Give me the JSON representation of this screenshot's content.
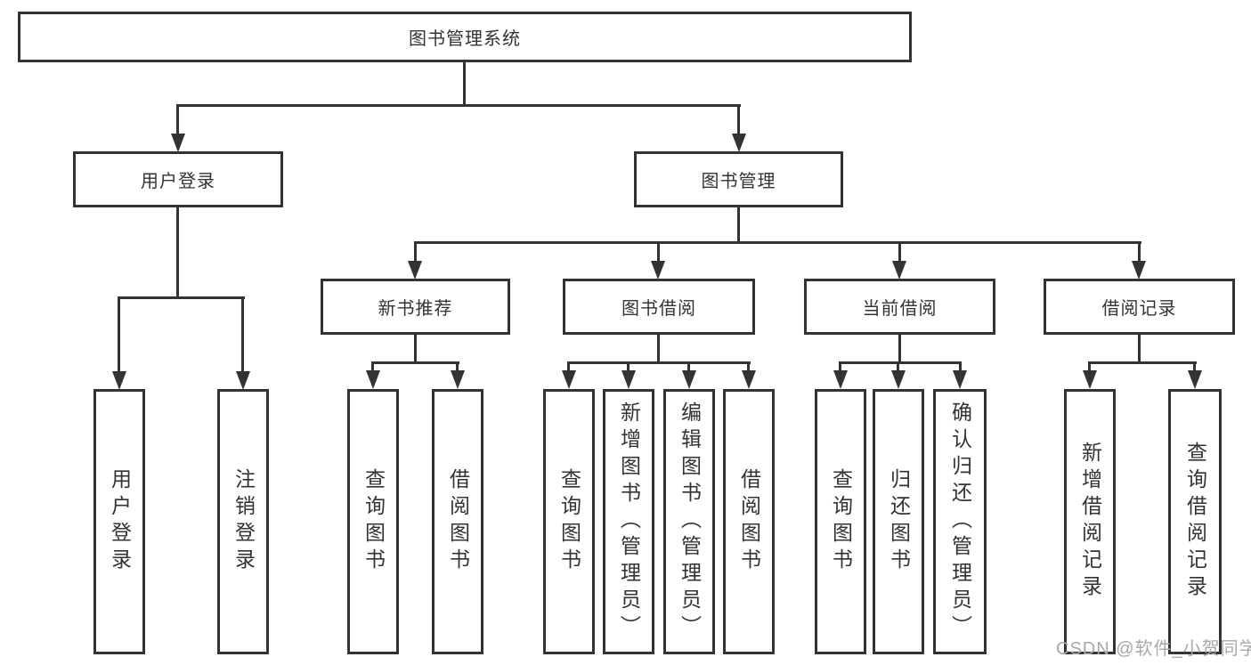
{
  "diagram": {
    "root": {
      "label": "图书管理系统"
    },
    "level2": [
      {
        "label": "用户登录"
      },
      {
        "label": "图书管理"
      }
    ],
    "level3": [
      {
        "label": "新书推荐"
      },
      {
        "label": "图书借阅"
      },
      {
        "label": "当前借阅"
      },
      {
        "label": "借阅记录"
      }
    ],
    "leaves": {
      "user_login": [
        {
          "label": "用户登录"
        },
        {
          "label": "注销登录"
        }
      ],
      "new_book_recommend": [
        {
          "label": "查询图书"
        },
        {
          "label": "借阅图书"
        }
      ],
      "book_borrowing": [
        {
          "label": "查询图书"
        },
        {
          "label": "新增图书（管理员）"
        },
        {
          "label": "编辑图书（管理员）"
        },
        {
          "label": "借阅图书"
        }
      ],
      "current_borrowing": [
        {
          "label": "查询图书"
        },
        {
          "label": "归还图书"
        },
        {
          "label": "确认归还（管理员）"
        }
      ],
      "borrowing_records": [
        {
          "label": "新增借阅记录"
        },
        {
          "label": "查询借阅记录"
        }
      ]
    },
    "watermark": "CSDN @软件_小贺同学",
    "colors": {
      "line": "#333333",
      "text": "#333333",
      "watermark": "#a8a8a8",
      "background": "#ffffff"
    }
  }
}
